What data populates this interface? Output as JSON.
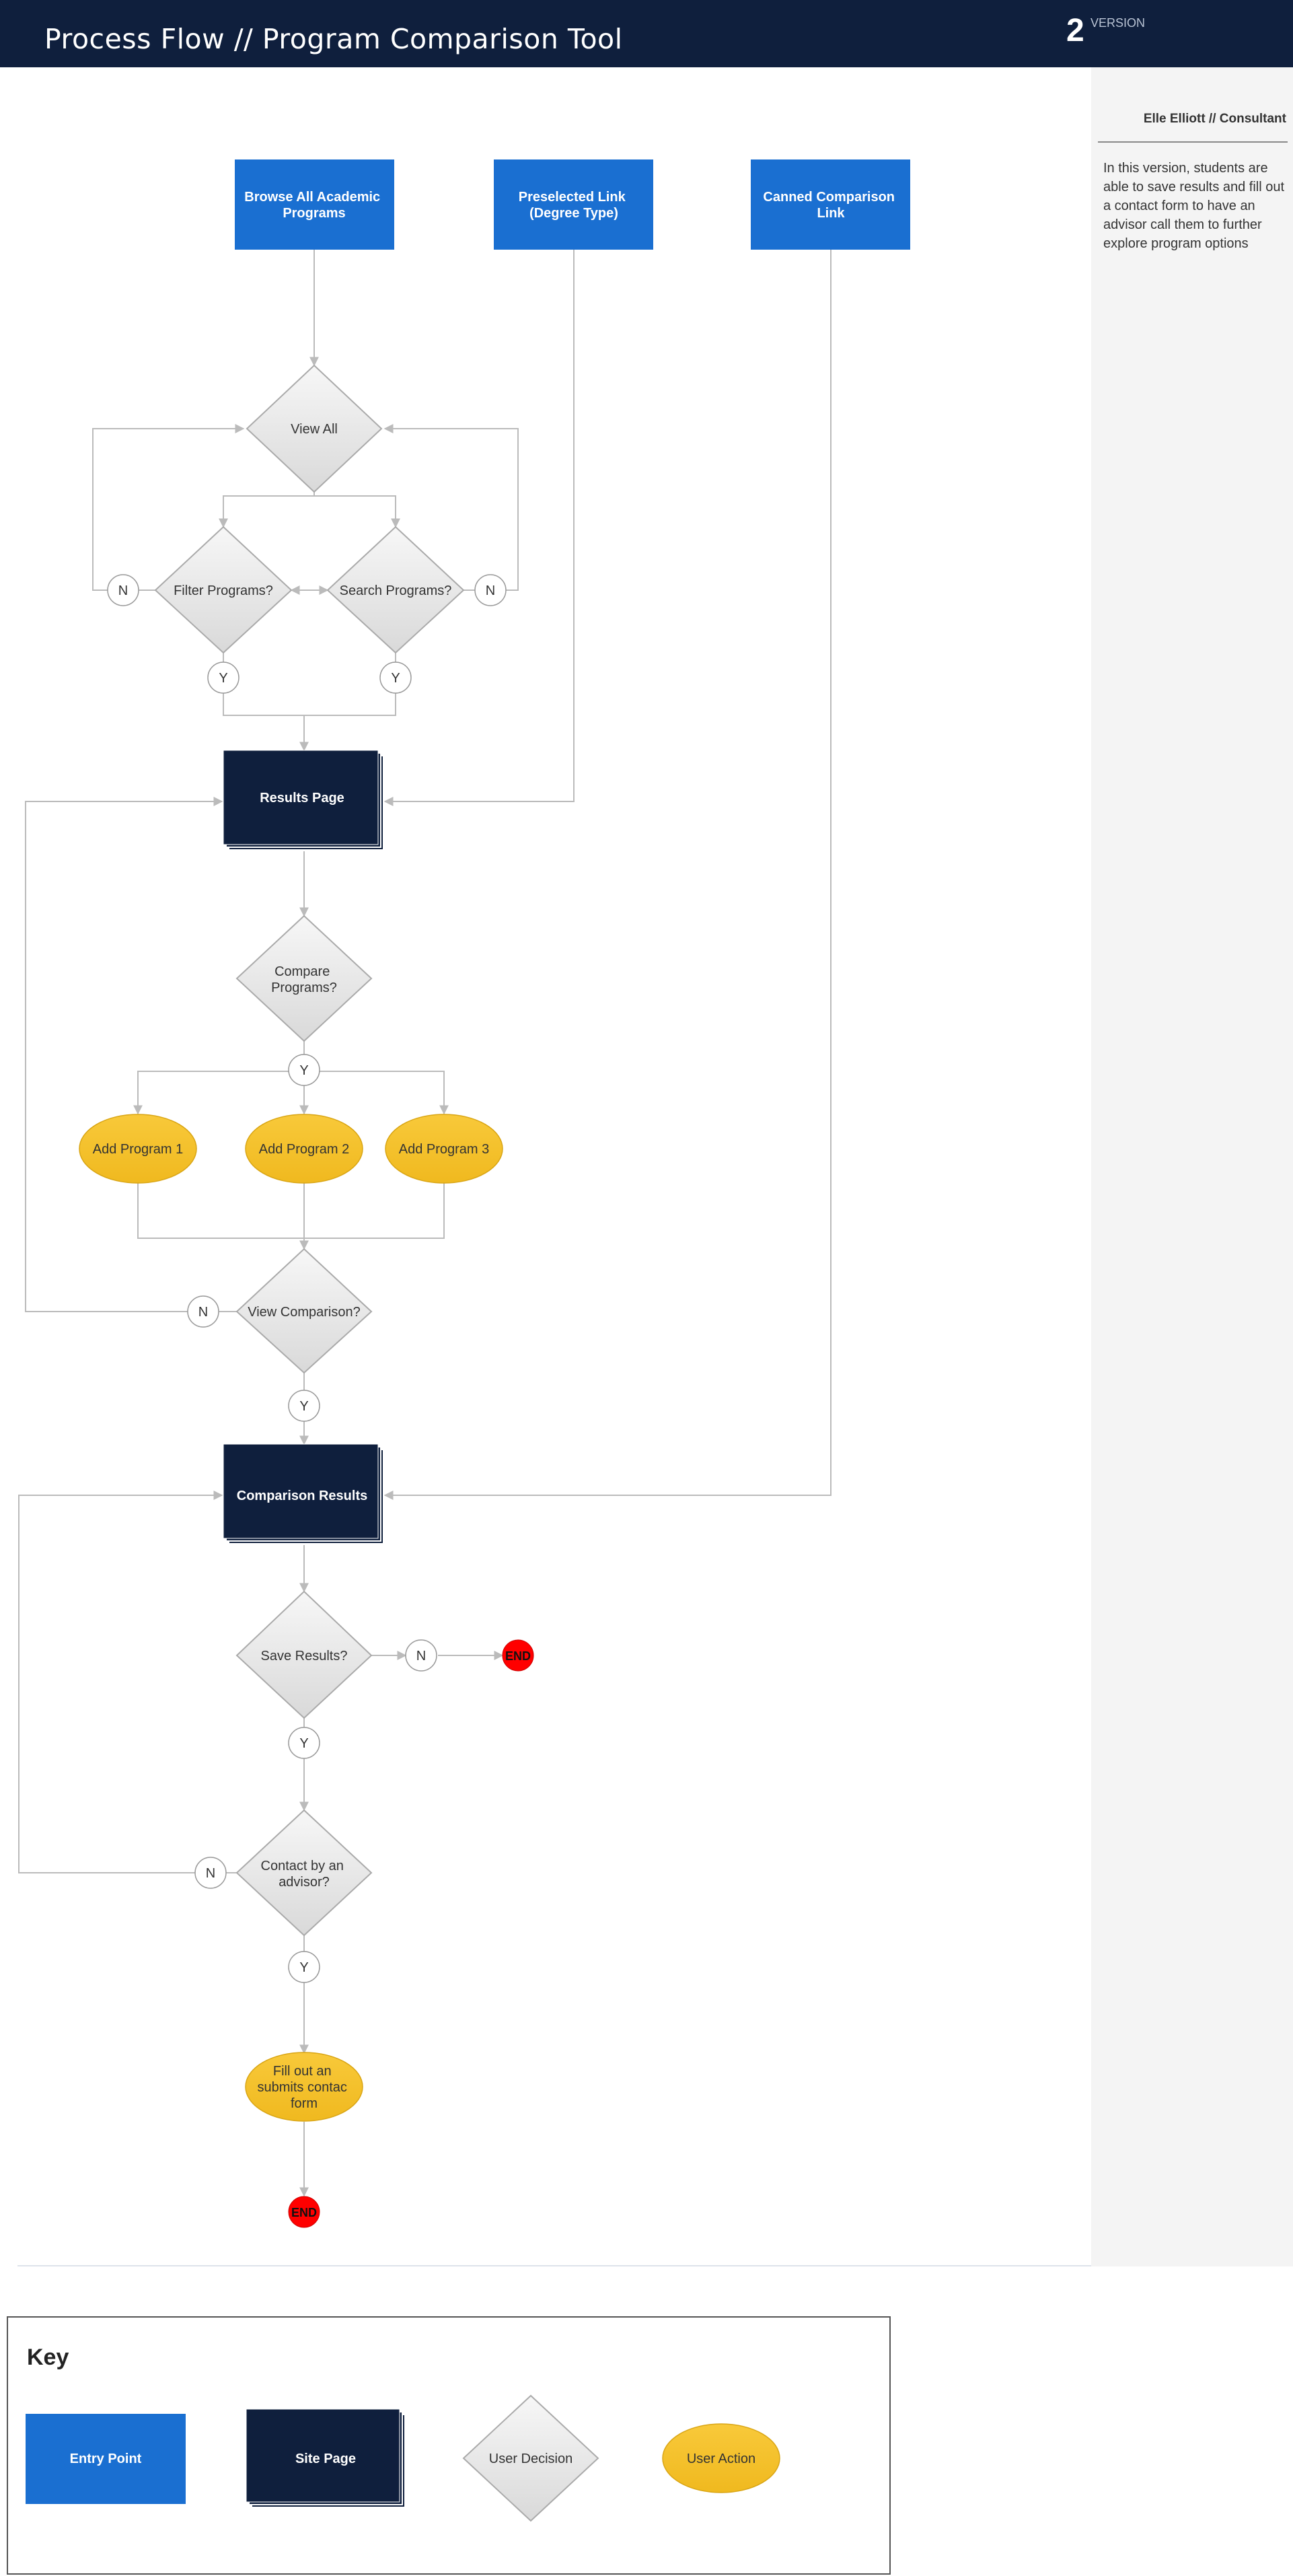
{
  "header": {
    "title": "Process Flow // Program Comparison Tool",
    "version_number": "2",
    "version_label": "VERSION"
  },
  "sidebar": {
    "author": "Elle Elliott // Consultant",
    "description": "In this version, students are able to save results and fill out a contact form to have an advisor call them to further explore program options"
  },
  "colors": {
    "header": "#0f1f3d",
    "entry_point": "#1a6fd1",
    "site_page": "#0f1f3d",
    "user_action": "#f6c22d",
    "end": "#ff0000",
    "connector": "#bbbbbb"
  },
  "flow": {
    "entry_browse": "Browse All Academic Programs",
    "entry_preselected": "Preselected Link (Degree Type)",
    "entry_canned": "Canned Comparison Link",
    "view_all": "View All",
    "filter_programs": "Filter Programs?",
    "search_programs": "Search Programs?",
    "results_page": "Results Page",
    "compare_programs": "Compare Programs?",
    "add_program_1": "Add Program 1",
    "add_program_2": "Add Program 2",
    "add_program_3": "Add Program 3",
    "view_comparison": "View Comparison?",
    "comparison_results": "Comparison Results",
    "save_results": "Save Results?",
    "contact_advisor": "Contact by an advisor?",
    "fill_form": "Fill out and submits contact form",
    "end": "END",
    "yes": "Y",
    "no": "N"
  },
  "key": {
    "title": "Key",
    "entry_point": "Entry Point",
    "site_page": "Site Page",
    "user_decision": "User Decision",
    "user_action": "User Action"
  }
}
